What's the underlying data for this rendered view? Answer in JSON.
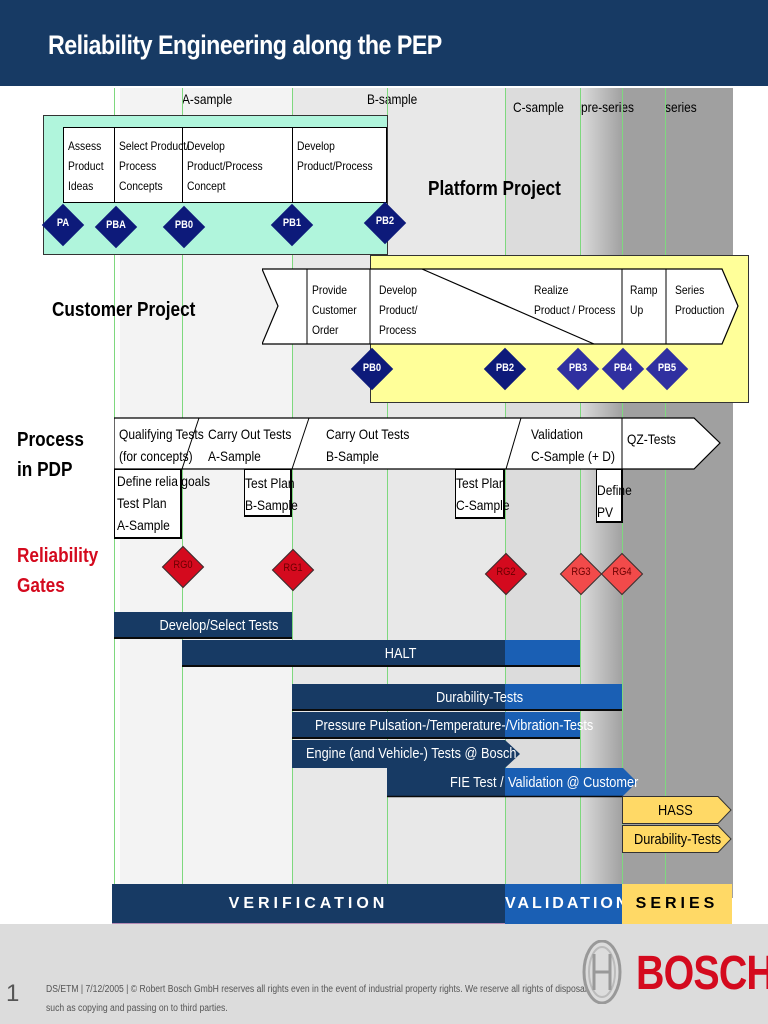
{
  "header": {
    "title": "Reliability Engineering along the PEP"
  },
  "phases": [
    "A-sample",
    "B-sample",
    "C-sample",
    "pre-series",
    "series"
  ],
  "platform_project": {
    "label": "Platform Project",
    "steps": [
      [
        "Assess",
        "Product",
        "Ideas"
      ],
      [
        "Select Product/",
        "Process",
        "Concepts"
      ],
      [
        "Develop",
        "Product/Process",
        "Concept"
      ],
      [
        "Develop",
        "Product/Process"
      ]
    ],
    "milestones": [
      "PA",
      "PBA",
      "PB0",
      "PB1",
      "PB2"
    ]
  },
  "customer_project": {
    "label": "Customer Project",
    "steps": [
      [
        "Provide",
        "Customer",
        "Order"
      ],
      [
        "Develop",
        "Product/",
        "Process"
      ],
      [
        "Realize",
        "Product / Process"
      ],
      [
        "Ramp",
        "Up"
      ],
      [
        "Series",
        "Production"
      ]
    ],
    "milestones": [
      "PB0",
      "PB2",
      "PB3",
      "PB4",
      "PB5"
    ]
  },
  "process_pdp": {
    "label_line1": "Process",
    "label_line2": "in PDP",
    "steps": [
      [
        "Qualifying Tests",
        "(for concepts)"
      ],
      [
        "Carry Out Tests",
        "A-Sample"
      ],
      [
        "Carry Out Tests",
        "B-Sample"
      ],
      [
        "Validation",
        "C-Sample (+ D)"
      ],
      [
        "QZ-Tests"
      ]
    ],
    "sub_boxes": [
      [
        "Define relia goals",
        "Test Plan",
        "A-Sample"
      ],
      [
        "Test Plan",
        "B-Sample"
      ],
      [
        "Test Plan",
        "C-Sample"
      ],
      [
        "Define",
        "PV"
      ]
    ]
  },
  "reliability_gates": {
    "label_line1": "Reliability",
    "label_line2": "Gates",
    "gates": [
      "RG0",
      "RG1",
      "RG2",
      "RG3",
      "RG4"
    ]
  },
  "activities": {
    "develop_select": "Develop/Select Tests",
    "halt": "HALT",
    "durability": "Durability-Tests",
    "pressure": "Pressure Pulsation-/Temperature-/Vibration-Tests",
    "engine": "Engine (and Vehicle-) Tests @ Bosch",
    "fie_part1": "FIE Test /",
    "fie_part2": "Validation @ Customer",
    "hass": "HASS",
    "durability_series": "Durability-Tests"
  },
  "stages": {
    "verification": "VERIFICATION",
    "validation": "VALIDATION",
    "series": "SERIES"
  },
  "footer": {
    "page_number": "1",
    "line1": "DS/ETM | 7/12/2005 | © Robert Bosch GmbH reserves all rights even in the event of industrial property rights. We reserve all rights of disposal",
    "line2": "such as copying and passing on to third parties.",
    "brand": "BOSCH"
  },
  "colors": {
    "header": "#173a64",
    "dark_bar": "#173a64",
    "validation_bar": "#1a5fb4",
    "series_bar": "#ffd966",
    "platform_bg": "#b0f5dc",
    "customer_bg": "#ffff99",
    "brand_red": "#d40a1e"
  }
}
